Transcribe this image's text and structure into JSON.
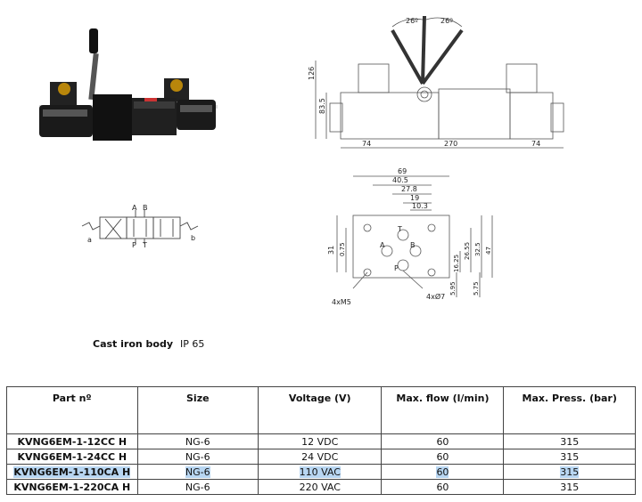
{
  "photo": {
    "name": "solenoid valve with lever"
  },
  "side_view": {
    "angle_left": "26º",
    "angle_right": "26º",
    "height_total": "126",
    "height_body": "83.5",
    "width_left": "74",
    "width_total": "270",
    "width_right": "74"
  },
  "port_view": {
    "dim_69": "69",
    "dim_40_5": "40.5",
    "dim_27_8": "27.8",
    "dim_19": "19",
    "dim_10_3": "10.3",
    "dim_31": "31",
    "dim_0_75": "0.75",
    "dim_26_55": "26.55",
    "dim_16_25": "16.25",
    "dim_32_5": "32.5",
    "dim_47": "47",
    "dim_5_95": "5.95",
    "dim_5_75": "5.75",
    "label_screws": "4xM5",
    "label_holes": "4xØ7",
    "port_a": "A",
    "port_b": "B",
    "port_t": "T",
    "port_p": "P"
  },
  "symbol": {
    "port_a": "A",
    "port_b": "B",
    "port_p": "P",
    "port_t": "T",
    "side_a": "a",
    "side_b": "b"
  },
  "caption": {
    "bold": "Cast iron body",
    "rest": "IP 65"
  },
  "table": {
    "headers": [
      "Part nº",
      "Size",
      "Voltage (V)",
      "Max. flow (l/min)",
      "Max. Press. (bar)"
    ],
    "rows": [
      [
        "KVNG6EM-1-12CC H",
        "NG-6",
        "12 VDC",
        "60",
        "315"
      ],
      [
        "KVNG6EM-1-24CC H",
        "NG-6",
        "24 VDC",
        "60",
        "315"
      ],
      [
        "KVNG6EM-1-110CA H",
        "NG-6",
        "110 VAC",
        "60",
        "315"
      ],
      [
        "KVNG6EM-1-220CA H",
        "NG-6",
        "220 VAC",
        "60",
        "315"
      ]
    ],
    "highlight_color": "#b8d6f2"
  }
}
